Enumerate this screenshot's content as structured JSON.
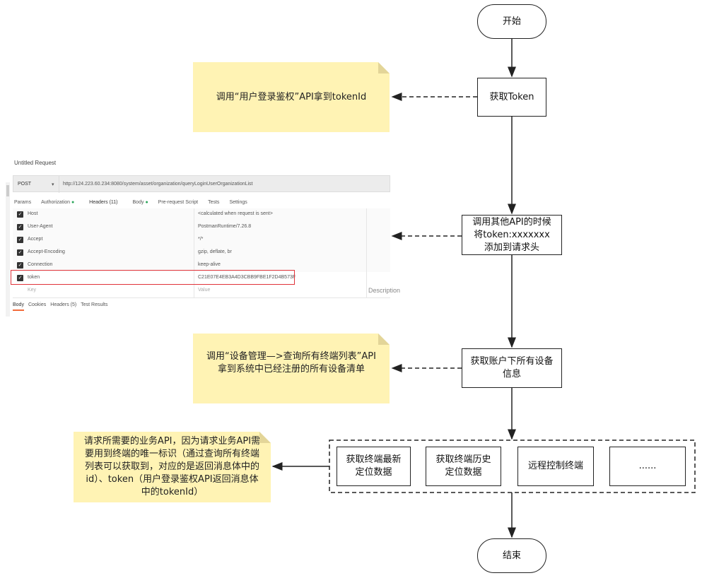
{
  "flow": {
    "start": "开始",
    "get_token": "获取Token",
    "add_header": [
      "调用其他API的时候",
      "将token:xxxxxxx",
      "添加到请求头"
    ],
    "get_devices": "获取账户下所有设备信息",
    "group": [
      "获取终端最新定位数据",
      "获取终端历史定位数据",
      "远程控制终端",
      "......"
    ],
    "end": "结束"
  },
  "notes": {
    "note1": "调用“用户登录鉴权”API拿到tokenId",
    "note2": [
      "调用“设备管理—>查询所有终端列表”API",
      "拿到系统中已经注册的所有设备清单"
    ],
    "note3": "请求所需要的业务API，因为请求业务API需要用到终端的唯一标识（通过查询所有终端列表可以获取到，对应的是返回消息体中的id）、token（用户登录鉴权API返回消息体中的tokenId）"
  },
  "postman": {
    "title": "Untitled Request",
    "method": "POST",
    "url": "http://124.223.60.234:8080/system/asset/organization/queryLoginUserOrganizationList",
    "tabs": [
      "Params",
      "Authorization",
      "Headers (11)",
      "Body",
      "Pre-request Script",
      "Tests",
      "Settings"
    ],
    "headers": [
      {
        "key": "Host",
        "value": "<calculated when request is sent>"
      },
      {
        "key": "User-Agent",
        "value": "PostmanRuntime/7.26.8"
      },
      {
        "key": "Accept",
        "value": "*/*"
      },
      {
        "key": "Accept-Encoding",
        "value": "gzip, deflate, br"
      },
      {
        "key": "Connection",
        "value": "keep-alive"
      },
      {
        "key": "token",
        "value": "C21E07E4EB3A4D3CBB9FBE1F2D4B573F"
      }
    ],
    "placeholder": {
      "key": "Key",
      "value": "Value",
      "description": "Description"
    },
    "response_tabs": [
      "Body",
      "Cookies",
      "Headers (5)",
      "Test Results"
    ],
    "accent": "#f26b3a",
    "highlight": "#e0333a"
  }
}
